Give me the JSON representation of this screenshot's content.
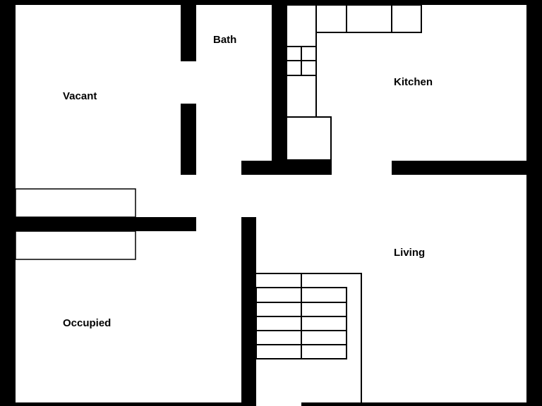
{
  "plan": {
    "rooms": {
      "vacant": "Vacant",
      "bath": "Bath",
      "kitchen": "Kitchen",
      "living": "Living",
      "occupied": "Occupied"
    },
    "colors": {
      "wall": "#000000",
      "floor": "#ffffff",
      "fixture_stroke": "#000000"
    }
  }
}
